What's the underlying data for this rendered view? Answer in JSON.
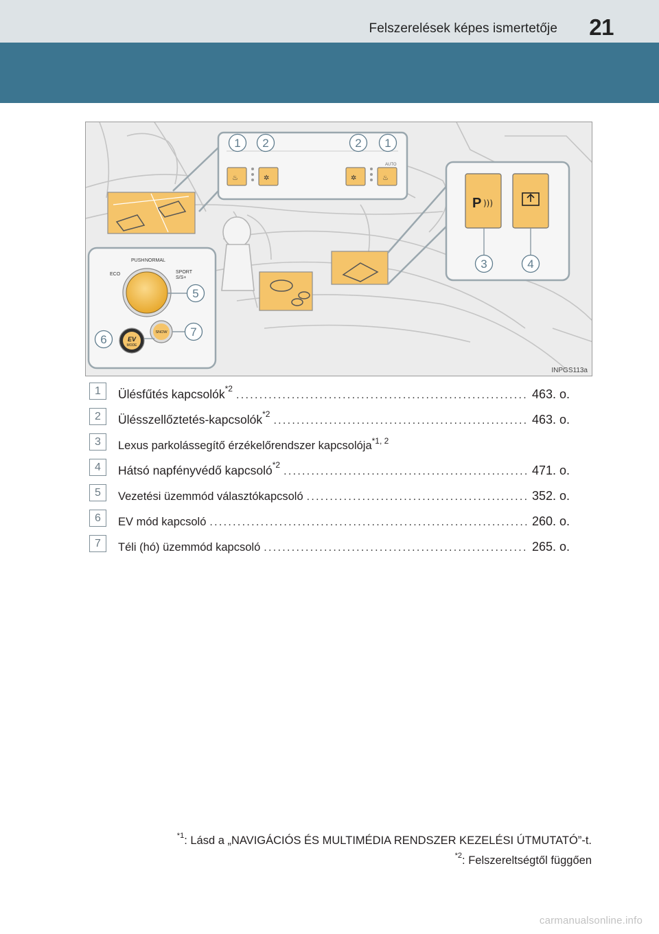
{
  "header": {
    "title": "Felszerelések képes ismertetője",
    "page_number": "21"
  },
  "figure": {
    "code": "INPGS113a",
    "callouts": [
      "1",
      "2",
      "2",
      "1",
      "3",
      "4",
      "5",
      "6",
      "7"
    ],
    "drive_mode_labels": {
      "push": "PUSH",
      "normal": "NORMAL",
      "eco": "ECO",
      "sport": "SPORT",
      "ss": "S/S+"
    },
    "ev_button_label": "EV",
    "ev_button_sub": "MODE",
    "snow_button_label": "SNOW",
    "auto_label": "AUTO",
    "accent_color": "#f5c46a",
    "callout_color": "#5f7c8d"
  },
  "items": [
    {
      "number": "1",
      "label": "Ülésfűtés kapcsolók",
      "sup": "*2",
      "page": "463. o."
    },
    {
      "number": "2",
      "label": "Ülésszellőztetés-kapcsolók",
      "sup": "*2",
      "page": "463. o."
    },
    {
      "number": "3",
      "label": "Lexus parkolássegítő érzékelőrendszer kapcsolója",
      "sup": "*1, 2",
      "page": ""
    },
    {
      "number": "4",
      "label": "Hátsó napfényvédő kapcsoló",
      "sup": "*2",
      "page": "471. o."
    },
    {
      "number": "5",
      "label": "Vezetési üzemmód választókapcsoló",
      "sup": "",
      "page": "352. o."
    },
    {
      "number": "6",
      "label": "EV mód kapcsoló",
      "sup": "",
      "page": "260. o."
    },
    {
      "number": "7",
      "label": "Téli (hó) üzemmód kapcsoló",
      "sup": "",
      "page": "265. o."
    }
  ],
  "footnotes": {
    "one_mark": "*1",
    "one_text": ": Lásd a „NAVIGÁCIÓS ÉS MULTIMÉDIA RENDSZER KEZELÉSI ÚTMUTATÓ”-t.",
    "two_mark": "*2",
    "two_text": ": Felszereltségtől függően"
  },
  "watermark": "carmanualsonline.info"
}
